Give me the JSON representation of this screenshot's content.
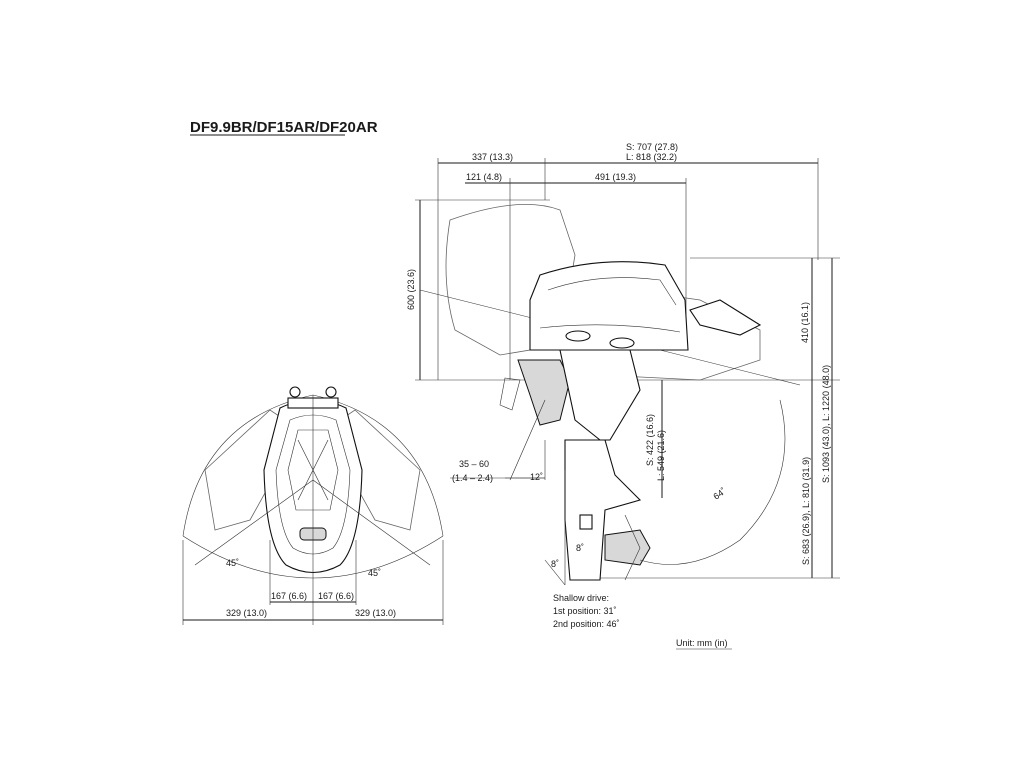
{
  "title": "DF9.9BR/DF15AR/DF20AR",
  "dimensions": {
    "top_overall_s": "S: 707 (27.8)",
    "top_overall_l": "L: 818 (32.2)",
    "top_337": "337 (13.3)",
    "top_121": "121 (4.8)",
    "top_491": "491 (19.3)",
    "height_600": "600 (23.6)",
    "height_410": "410 (16.1)",
    "right_1093": "S: 1093 (43.0), L: 1220 (48.0)",
    "right_683": "S: 683 (26.9), L: 810 (31.9)",
    "mid_422": "S: 422 (16.6)",
    "mid_549": "L: 549 (21.6)",
    "tilt_35_60": "35 – 60",
    "tilt_14_24": "(1.4 – 2.4)",
    "angle_12": "12˚",
    "angle_8a": "8˚",
    "angle_8b": "8˚",
    "angle_64": "64˚",
    "steer_45_left": "45˚",
    "steer_45_right": "45˚",
    "width_167_left": "167 (6.6)",
    "width_167_right": "167 (6.6)",
    "width_329_left": "329 (13.0)",
    "width_329_right": "329 (13.0)"
  },
  "shallow_drive": {
    "heading": "Shallow drive:",
    "first": "1st position:  31˚",
    "second": "2nd position:  46˚"
  },
  "unit": "Unit: mm (in)"
}
